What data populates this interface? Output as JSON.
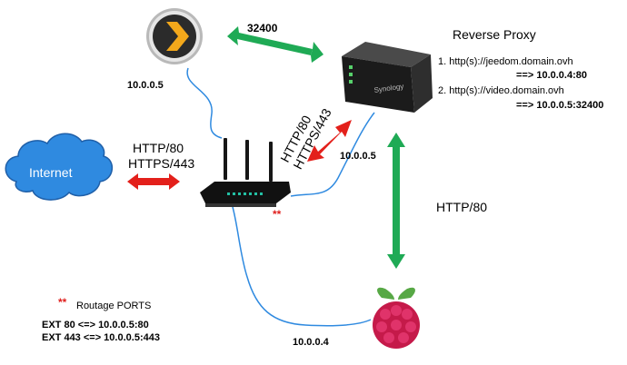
{
  "colors": {
    "cable": "#2f8ae0",
    "green_arrow": "#1faa55",
    "red_arrow": "#e3201b",
    "cloud_fill": "#2f8ae0",
    "asterisk": "#e0201e"
  },
  "icons": {
    "plex": "plex-server-icon",
    "nas": "synology-nas-icon",
    "router": "wifi-router-icon",
    "cloud": "internet-cloud-icon",
    "raspberry": "raspberry-pi-icon"
  },
  "plex": {
    "ip": "10.0.0.5"
  },
  "plex_link": {
    "port": "32400"
  },
  "nas": {
    "brand": "Synology"
  },
  "reverse_proxy": {
    "title": "Reverse Proxy",
    "rule1": "1. http(s)://jeedom.domain.ovh",
    "rule1_target": "==> 10.0.0.4:80",
    "rule2": "2. http(s)://video.domain.ovh",
    "rule2_target": "==> 10.0.0.5:32400"
  },
  "router_nas_link": {
    "http": "HTTP/80",
    "https": "HTTPS/443",
    "ip": "10.0.0.5"
  },
  "internet": {
    "label": "Internet",
    "http": "HTTP/80",
    "https": "HTTPS/443"
  },
  "nas_pi_link": {
    "label": "HTTP/80"
  },
  "router": {
    "marker": "**"
  },
  "pi": {
    "ip": "10.0.0.4"
  },
  "legend": {
    "marker": "**",
    "title": "Routage PORTS",
    "rule1": "EXT 80 <=> 10.0.0.5:80",
    "rule2": "EXT 443 <=> 10.0.0.5:443"
  }
}
